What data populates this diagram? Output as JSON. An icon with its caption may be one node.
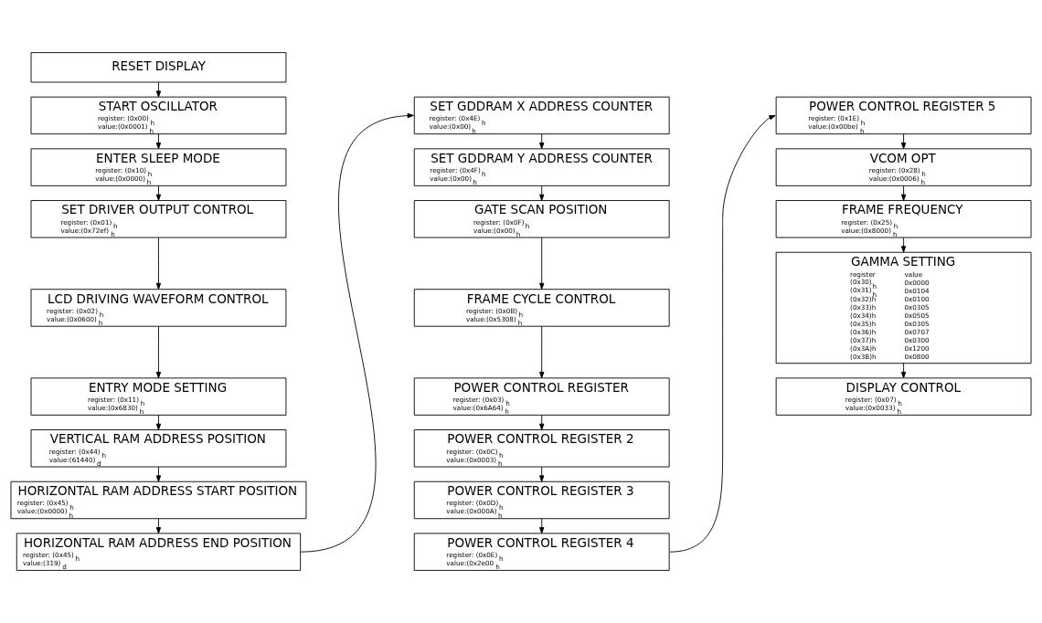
{
  "diagram": {
    "nodes": [
      {
        "text": [
          "RESET DISPLAY"
        ]
      },
      {
        "text": [
          "START OSCILLATOR",
          "register: (0x00)$_{h}$",
          "value:(0x0001)$_{h}$"
        ]
      },
      {
        "text": [
          "ENTER SLEEP MODE",
          "register: (0x10)$_{h}$",
          "value:(0x0000)$_{h}$"
        ]
      },
      {
        "text": [
          "SET DRIVER OUTPUT CONTROL",
          "register: (0x01)$_{h}$",
          "value:(0x72ef)$_{h}$"
        ]
      },
      {
        "text": [
          "LCD DRIVING WAVEFORM CONTROL",
          "register: (0x02)$_{h}$",
          "value:(0x0600)$_{h}$"
        ]
      },
      {
        "text": [
          "ENTRY MODE SETTING",
          "register: (0x11)$_{h}$",
          "value:(0x6830)$_{h}$"
        ]
      },
      {
        "text": [
          "VERTICAL RAM ADDRESS POSITION",
          "register: (0x44)$_{h}$",
          "value:(61440)$_{d}$"
        ]
      },
      {
        "text": [
          "HORIZONTAL RAM ADDRESS START POSITION",
          "register: (0x45)$_{h}$",
          "value:(0x0000)$_{h}$"
        ]
      },
      {
        "text": [
          "HORIZONTAL RAM ADDRESS END POSITION",
          "register: (0x45)$_{h}$",
          "value:(319)$_{d}$"
        ]
      },
      {
        "text": [
          "SET GDDRAM X ADDRESS COUNTER",
          "register: (0x4E)$_{h}$",
          "value:(0x00)$_{h}$"
        ]
      },
      {
        "text": [
          "SET GDDRAM Y ADDRESS COUNTER",
          "register: (0x4F)$_{h}$",
          "value:(0x00)$_{h}$"
        ]
      },
      {
        "text": [
          "GATE SCAN POSITION",
          "register: (0x0F)$_{h}$",
          "value:(0x00)$_{h}$"
        ]
      },
      {
        "text": [
          "FRAME CYCLE CONTROL",
          "register: (0x0B)$_{h}$",
          "value:(0x5308)$_{h}$"
        ]
      },
      {
        "text": [
          "POWER CONTROL REGISTER",
          "register: (0x03)$_{h}$",
          "value:(0x6A64)$_{h}$"
        ]
      },
      {
        "text": [
          "POWER CONTROL REGISTER 2",
          "register: (0x0C)$_{h}$",
          "value:(0x0003)$_{h}$"
        ]
      },
      {
        "text": [
          "POWER CONTROL REGISTER 3",
          "register: (0x0D)$_{h}$",
          "value:(0x000A)$_{h}$"
        ]
      },
      {
        "text": [
          "POWER CONTROL REGISTER 4",
          "register: (0x0E)$_{h}$",
          "value:(0x2e00$_{h}$"
        ]
      },
      {
        "text": [
          "POWER CONTROL REGISTER 5",
          "register: (0x1E)$_{h}$",
          "value:(0x00be)$_{h}$"
        ]
      },
      {
        "text": [
          "VCOM OPT",
          "register: (0x28)$_{h}$",
          "value:(0x0006)$_{h}$"
        ]
      },
      {
        "text": [
          "FRAME FREQUENCY",
          "register: (0x25)$_{h}$",
          "value:(0x8000)$_{h}$"
        ]
      },
      {
        "text": [
          "GAMMA SETTING",
          "register",
          "value",
          "(0x30)$_{h}$",
          "0x0000",
          "(0x31)$_{h}$",
          "0x0104",
          "(0x32)h",
          "0x0100",
          "(0x33)h",
          "0x0305",
          "(0x34)h",
          "0x0505",
          "(0x35)h",
          "0x0305",
          "(0x36)h",
          "0x0707",
          "(0x37)h",
          "0x0300",
          "(0x3A)h",
          "0x1200",
          "(0x3B)h",
          "0x0800"
        ]
      },
      {
        "text": [
          "DISPLAY CONTROL",
          "register: (0x07)$_{h}$",
          "value:(0x0033)$_{h}$"
        ]
      }
    ],
    "edges": [
      {
        "from": 0,
        "to": 1,
        "arrow": "to"
      },
      {
        "from": 1,
        "to": 2,
        "arrow": "to"
      },
      {
        "from": 2,
        "to": 3,
        "arrow": "to"
      },
      {
        "from": 3,
        "to": 4,
        "arrow": "to"
      },
      {
        "from": 4,
        "to": 5,
        "arrow": "to"
      },
      {
        "from": 5,
        "to": 6,
        "arrow": "to"
      },
      {
        "from": 6,
        "to": 7,
        "arrow": "to"
      },
      {
        "from": 7,
        "to": 8,
        "arrow": "to"
      },
      {
        "from": 8,
        "to": 9,
        "arrow": "to"
      },
      {
        "from": 9,
        "to": 10,
        "arrow": "to"
      },
      {
        "from": 10,
        "to": 11,
        "arrow": "to"
      },
      {
        "from": 11,
        "to": 12,
        "arrow": "to"
      },
      {
        "from": 12,
        "to": 13,
        "arrow": "to"
      },
      {
        "from": 13,
        "to": 14,
        "arrow": "to"
      },
      {
        "from": 14,
        "to": 15,
        "arrow": "to"
      },
      {
        "from": 15,
        "to": 16,
        "arrow": "to"
      },
      {
        "from": 16,
        "to": 17,
        "arrow": "to"
      },
      {
        "from": 17,
        "to": 18,
        "arrow": "to"
      },
      {
        "from": 18,
        "to": 19,
        "arrow": "to"
      },
      {
        "from": 19,
        "to": 20,
        "arrow": "to"
      },
      {
        "from": 20,
        "to": 21,
        "arrow": "to"
      }
    ]
  }
}
